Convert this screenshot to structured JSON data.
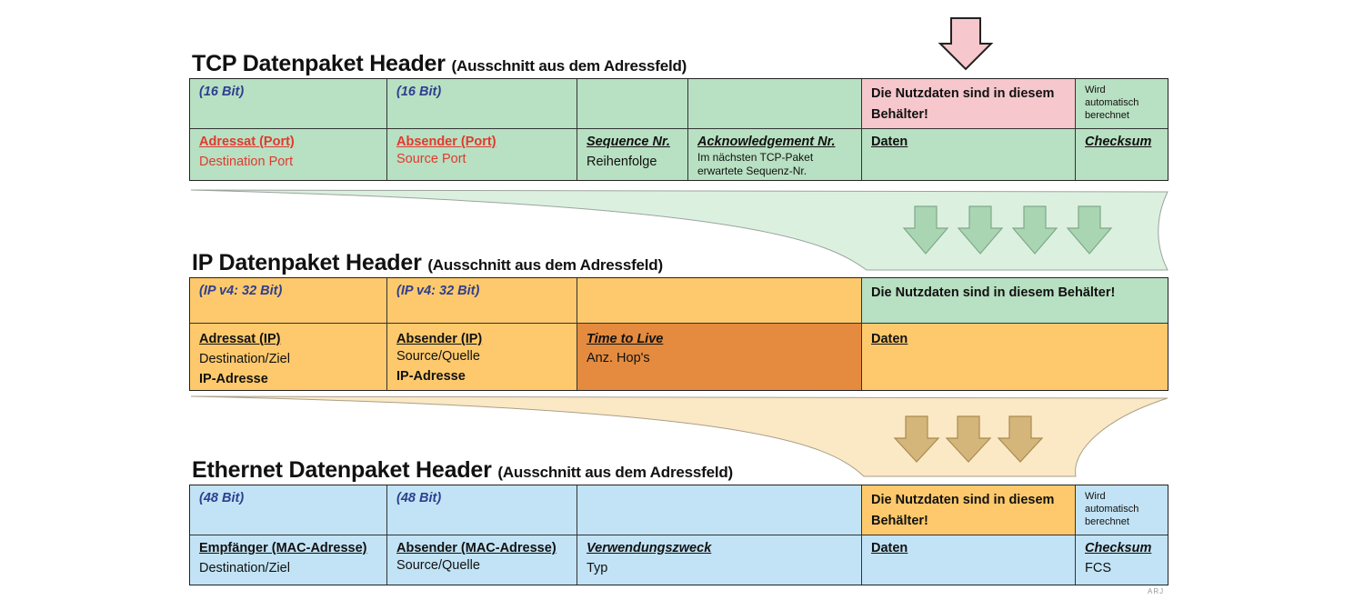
{
  "sections": {
    "tcp": {
      "title": "TCP Datenpaket Header",
      "subtitle": "(Ausschnitt aus dem Adressfeld)",
      "row1": {
        "c1": "(16 Bit)",
        "c2": "(16 Bit)",
        "c5": "Die Nutzdaten sind in diesem Behälter!",
        "c6": "Wird automatisch berechnet"
      },
      "row2": {
        "c1_head": "Adressat (Port)",
        "c1_text": "Destination Port",
        "c2_head": "Absender (Port)",
        "c2_text": "Source Port",
        "c3_head": "Sequence Nr.",
        "c3_text": "Reihenfolge",
        "c4_head": "Acknowledgement Nr.",
        "c4_text": "Im nächsten TCP-Paket erwartete Sequenz-Nr.",
        "c5_head": "Daten",
        "c6_head": "Checksum"
      }
    },
    "ip": {
      "title": "IP Datenpaket Header",
      "subtitle": "(Ausschnitt aus dem Adressfeld)",
      "row1": {
        "c1": "(IP v4: 32 Bit)",
        "c2": "(IP v4: 32 Bit)",
        "c4": "Die Nutzdaten sind in diesem Behälter!"
      },
      "row2": {
        "c1_head": "Adressat (IP)",
        "c1_text": "Destination/Ziel",
        "c1_extra": "IP-Adresse",
        "c2_head": "Absender (IP)",
        "c2_text": "Source/Quelle",
        "c2_extra": "IP-Adresse",
        "c3_head": "Time to Live",
        "c3_text": "Anz. Hop's",
        "c4_head": "Daten"
      }
    },
    "ethernet": {
      "title": "Ethernet Datenpaket Header",
      "subtitle": "(Ausschnitt aus dem Adressfeld)",
      "row1": {
        "c1": "(48 Bit)",
        "c2": "(48 Bit)",
        "c4": "Die Nutzdaten sind in diesem Behälter!",
        "c5": "Wird automatisch berechnet"
      },
      "row2": {
        "c1_head": "Empfänger (MAC-Adresse)",
        "c1_text": "Destination/Ziel",
        "c2_head": "Absender (MAC-Adresse)",
        "c2_text": "Source/Quelle",
        "c3_head": "Verwendungszweck",
        "c3_text": "Typ",
        "c4_head": "Daten",
        "c5_head": "Checksum",
        "c5_text": "FCS"
      }
    }
  },
  "signature": "ARJ",
  "colors": {
    "tcp_green": "#b8e0c2",
    "pink": "#f6c7cc",
    "ip_orange": "#fdc96c",
    "ttl_orange": "#e48b3f",
    "eth_blue": "#c2e3f5",
    "bits_blue": "#2e3f8f",
    "red_text": "#e03a2f",
    "green_arrow": "#a9d5b2",
    "tan_arrow": "#d4b57a"
  }
}
